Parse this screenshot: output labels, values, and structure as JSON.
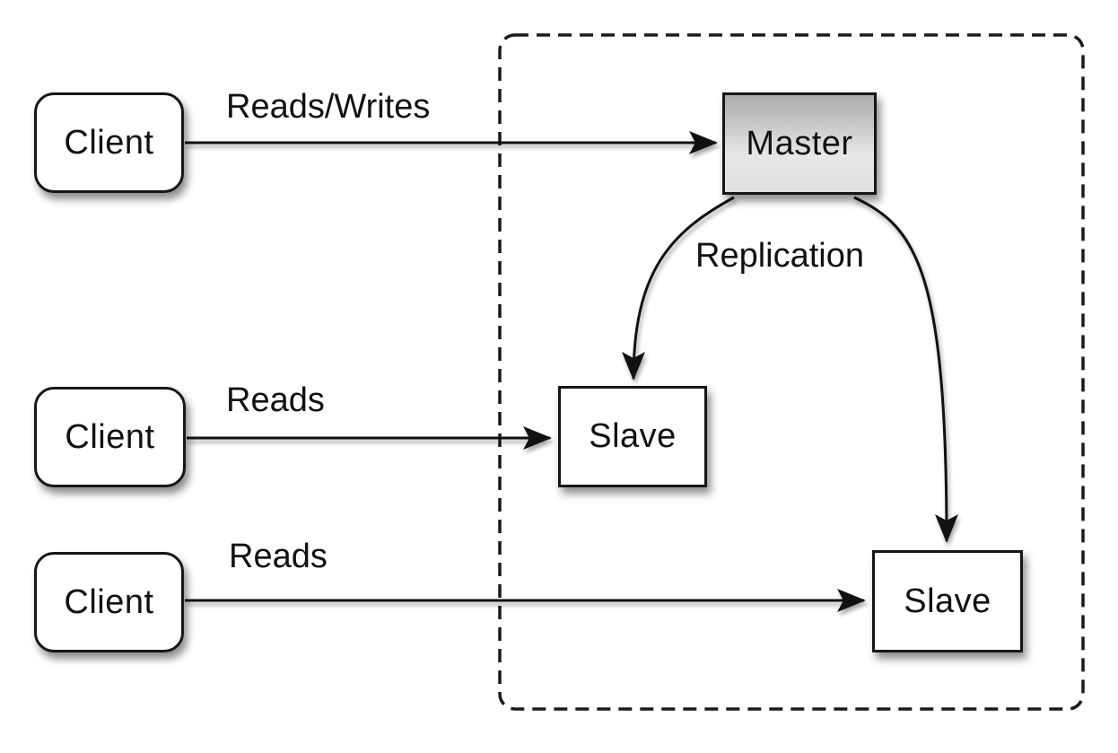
{
  "diagram": {
    "kind": "master-slave-replication",
    "nodes": {
      "client1": {
        "label": "Client"
      },
      "client2": {
        "label": "Client"
      },
      "client3": {
        "label": "Client"
      },
      "master": {
        "label": "Master"
      },
      "slave1": {
        "label": "Slave"
      },
      "slave2": {
        "label": "Slave"
      }
    },
    "edge_labels": {
      "client1_to_master": "Reads/Writes",
      "client2_to_slave1": "Reads",
      "client3_to_slave2": "Reads",
      "master_to_slaves": "Replication"
    },
    "colors": {
      "stroke": "#111111",
      "node_fill": "#ffffff",
      "master_fill_top": "#ababab",
      "master_fill_bottom": "#e0e0e0",
      "background": "#ffffff"
    }
  }
}
